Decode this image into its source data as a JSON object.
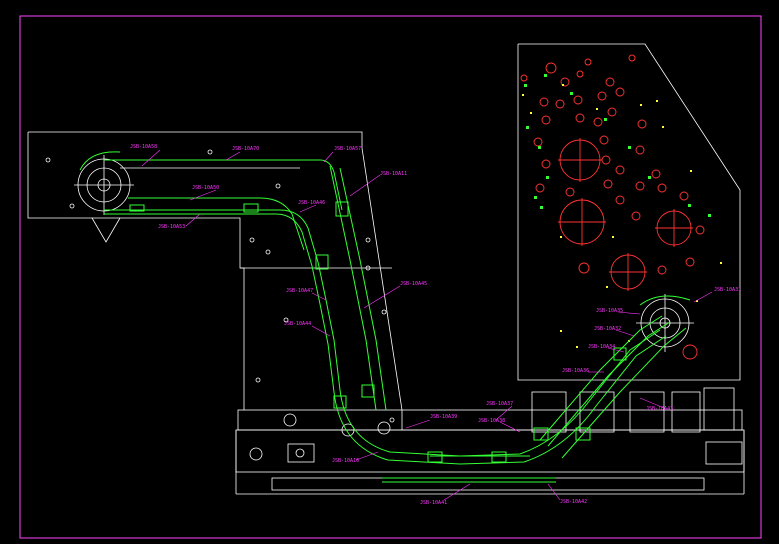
{
  "colors": {
    "background": "#000000",
    "frame": "#ff44ff",
    "outline": "#ffffff",
    "conveyor": "#33ff33",
    "label": "#ff33ff",
    "hole": "#ff3333",
    "marker": "#ffff33"
  },
  "labels": [
    "JSB-10A58",
    "JSB-10A70",
    "JSB-10A57",
    "JSB-10A11",
    "JSB-10A50",
    "JSB-10A46",
    "JSB-10A53",
    "JSB-10A47",
    "JSB-10A45",
    "JSB-10A44",
    "JSB-10A39",
    "JSB-10A37",
    "JSB-10A38",
    "JSB-10A16",
    "JSB-10A41",
    "JSB-10A42",
    "JSB-10A35",
    "JSB-10A31",
    "JSB-10A32",
    "JSB-10A34",
    "JSB-10A36",
    "JSB-10A43"
  ]
}
